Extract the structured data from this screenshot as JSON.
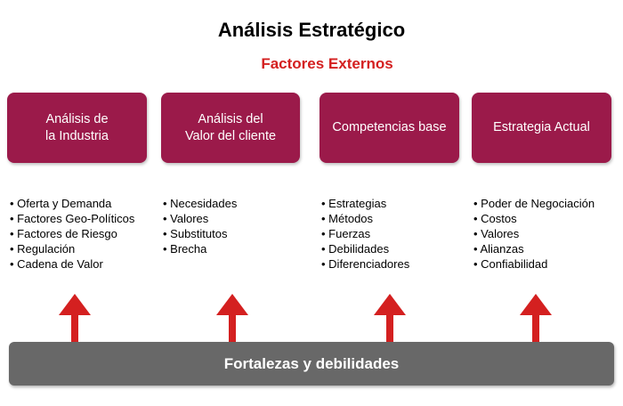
{
  "title": "Análisis Estratégico",
  "subtitle": "Factores Externos",
  "colors": {
    "box": "#9b1a4a",
    "arrow": "#d42020",
    "bar": "#686868",
    "subtitle": "#d42020"
  },
  "columns": [
    {
      "heading": "Análisis de\nla Industria",
      "items": [
        "Oferta y Demanda",
        "Factores Geo-Políticos",
        "Factores de Riesgo",
        "Regulación",
        "Cadena de Valor"
      ]
    },
    {
      "heading": "Análisis del\nValor del cliente",
      "items": [
        "Necesidades",
        "Valores",
        "Substitutos",
        "Brecha"
      ]
    },
    {
      "heading": "Competencias base",
      "items": [
        "Estrategias",
        "Métodos",
        "Fuerzas",
        "Debilidades",
        "Diferenciadores"
      ]
    },
    {
      "heading": "Estrategia Actual",
      "items": [
        "Poder de Negociación",
        "Costos",
        "Valores",
        "Alianzas",
        "Confiabilidad"
      ]
    }
  ],
  "bottom_bar": "Fortalezas y debilidades"
}
